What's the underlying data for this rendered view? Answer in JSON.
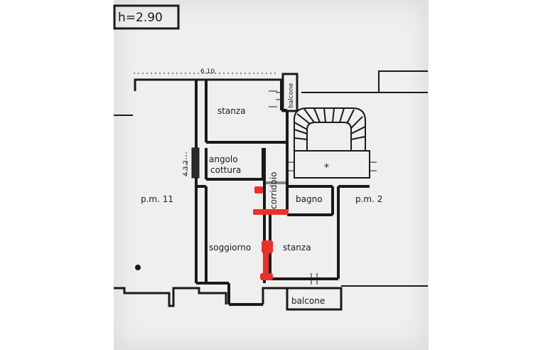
{
  "header": {
    "height_label": "h=2.90"
  },
  "dimensions": {
    "top_width": "6.10",
    "side_height": "4.3.2"
  },
  "rooms": {
    "stanza_top": "stanza",
    "balcone_top": "balcone",
    "angolo_line1": "angolo",
    "angolo_line2": "cottura",
    "corridoio": "corridoio",
    "bagno": "bagno",
    "soggiorno": "soggiorno",
    "stanza_bottom": "stanza",
    "balcone_bottom": "balcone"
  },
  "neighbors": {
    "left": "p.m. 11",
    "right": "p.m. 2"
  },
  "symbols": {
    "stair_marker": "*"
  },
  "colors": {
    "ink": "#1a1a1a",
    "paper": "#efefef",
    "red_marks": "#e8312a"
  }
}
